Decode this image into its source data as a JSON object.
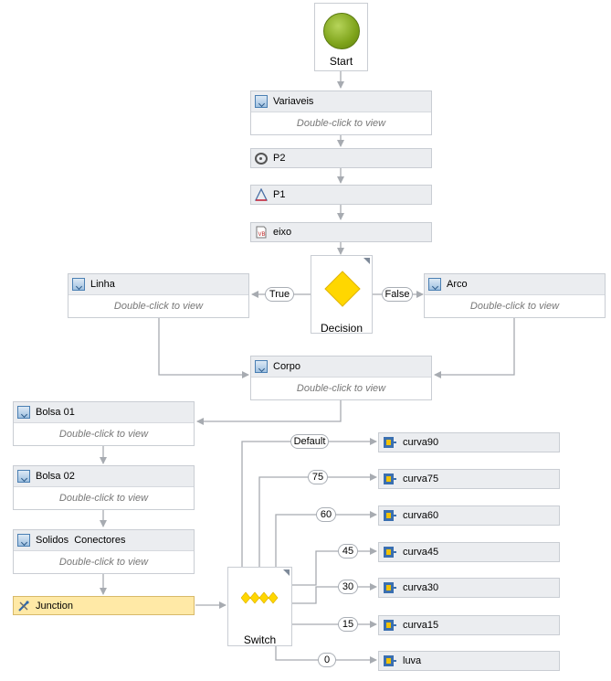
{
  "start": {
    "label": "Start"
  },
  "double_click": "Double-click to view",
  "activities": [
    {
      "id": "variaveis",
      "label": "Variaveis",
      "icon": "sequence-icon",
      "expanded": true
    },
    {
      "id": "p2",
      "label": "P2",
      "icon": "target-icon",
      "expanded": false
    },
    {
      "id": "p1",
      "label": "P1",
      "icon": "angle-icon",
      "expanded": false
    },
    {
      "id": "eixo",
      "label": "eixo",
      "icon": "vb-document-icon",
      "expanded": false
    },
    {
      "id": "linha",
      "label": "Linha",
      "icon": "sequence-icon",
      "expanded": true
    },
    {
      "id": "arco",
      "label": "Arco",
      "icon": "sequence-icon",
      "expanded": true
    },
    {
      "id": "corpo",
      "label": "Corpo",
      "icon": "sequence-icon",
      "expanded": true
    },
    {
      "id": "bolsa01",
      "label": "Bolsa 01",
      "icon": "sequence-icon",
      "expanded": true
    },
    {
      "id": "bolsa02",
      "label": "Bolsa 02",
      "icon": "sequence-icon",
      "expanded": true
    },
    {
      "id": "solidos",
      "label": "Solidos  Conectores",
      "icon": "sequence-icon",
      "expanded": true
    },
    {
      "id": "junction",
      "label": "Junction",
      "icon": "junction-icon",
      "expanded": false
    }
  ],
  "decision": {
    "label": "Decision",
    "true_label": "True",
    "false_label": "False"
  },
  "switch": {
    "label": "Switch",
    "cases": [
      {
        "case": "Default",
        "target": "curva90"
      },
      {
        "case": "75",
        "target": "curva75"
      },
      {
        "case": "60",
        "target": "curva60"
      },
      {
        "case": "45",
        "target": "curva45"
      },
      {
        "case": "30",
        "target": "curva30"
      },
      {
        "case": "15",
        "target": "curva15"
      },
      {
        "case": "0",
        "target": "luva"
      }
    ]
  },
  "colors": {
    "connector": "#a7abb1",
    "activity_header": "#ebedf0",
    "junction": "#ffe9a6",
    "decision_diamond": "#ffd700",
    "start": "#7ea31a"
  }
}
